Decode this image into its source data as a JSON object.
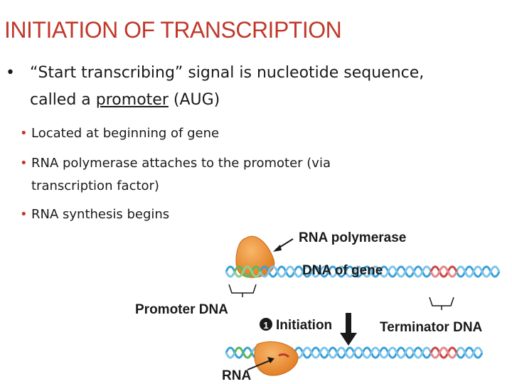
{
  "slide": {
    "title": "INITIATION OF TRANSCRIPTION",
    "main_bullet": {
      "line1": "“Start transcribing” signal is nucleotide sequence,",
      "line2_before": "called a ",
      "line2_underlined": "promoter",
      "line2_after": " (AUG)"
    },
    "sub_bullets": [
      {
        "text": "Located at beginning of gene"
      },
      {
        "text": "RNA polymerase attaches to the promoter (via",
        "continuation": "transcription factor)"
      },
      {
        "text": "RNA synthesis begins"
      }
    ],
    "colors": {
      "title": "#c0392b",
      "bullet_marker": "#c0392b"
    }
  },
  "diagram": {
    "labels": {
      "rna_polymerase": "RNA polymerase",
      "dna_of_gene": "DNA of gene",
      "promoter_dna": "Promoter DNA",
      "terminator_dna": "Terminator DNA",
      "step_number": "1",
      "step_label": "Initiation",
      "rna": "RNA"
    },
    "colors": {
      "polymerase": "#f0973a",
      "strand_blue": "#3aa0d8",
      "promoter_green": "#5cb85c",
      "terminator_red": "#d64545",
      "rna_red": "#c0392b"
    }
  }
}
